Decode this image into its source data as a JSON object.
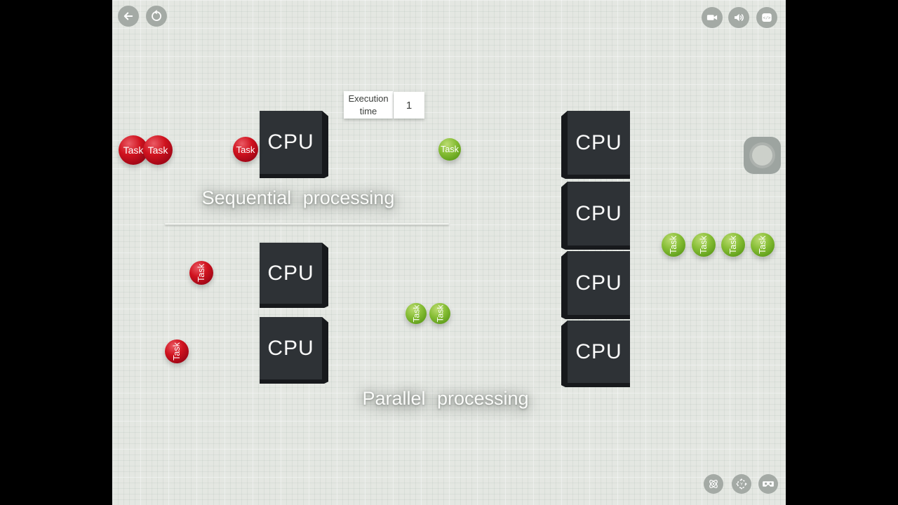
{
  "hud": {
    "execution_time_label": "Execution time",
    "execution_time_value": "1"
  },
  "titles": {
    "sequential": "Sequential processing",
    "parallel": "Parallel processing"
  },
  "labels": {
    "cpu": "CPU",
    "task": "Task"
  },
  "icons": {
    "top_left": [
      "back-arrow",
      "reset"
    ],
    "top_right": [
      "video-camera",
      "speaker",
      "embed-code"
    ],
    "bottom_right": [
      "orbit-atom",
      "pan-360",
      "vr-goggles"
    ],
    "right_middle": [
      "joystick-knob"
    ]
  },
  "colors": {
    "letterbox": "#000000",
    "canvas_background": "#e4e7e2",
    "cpu_face": "#2e3236",
    "cpu_side": "#17191c",
    "task_red": "#d0131f",
    "task_green": "#6fae25",
    "control_button": "#a4aaa5",
    "title_text": "#fbfcfa"
  },
  "scene": {
    "sequential_cpu_count": 1,
    "parallel_left_cpu_count": 2,
    "parallel_right_cpu_count": 4,
    "red_task_count": 5,
    "green_task_count": 7
  }
}
